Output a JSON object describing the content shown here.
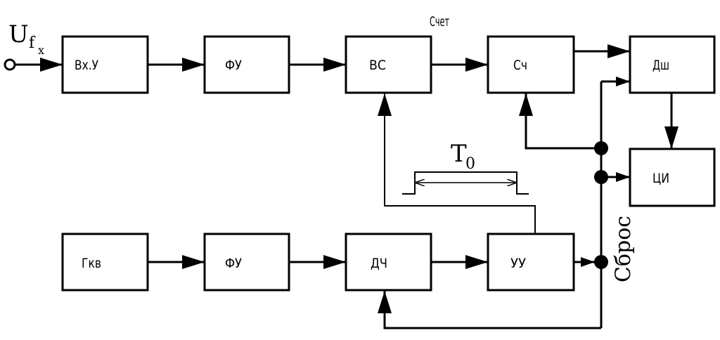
{
  "blocks": {
    "vxu": "Вх.У",
    "fu_top": "ФУ",
    "vs": "ВС",
    "sch": "Сч",
    "dsh": "Дш",
    "ci": "ЦИ",
    "gkv": "Гкв",
    "fu_bottom": "ФУ",
    "dch": "ДЧ",
    "uu": "УУ"
  },
  "labels": {
    "input_base": "U",
    "input_sub1": "f",
    "input_sub2": "x",
    "count": "Счет",
    "t0_base": "T",
    "t0_sub": "0",
    "reset": "Сброс"
  }
}
